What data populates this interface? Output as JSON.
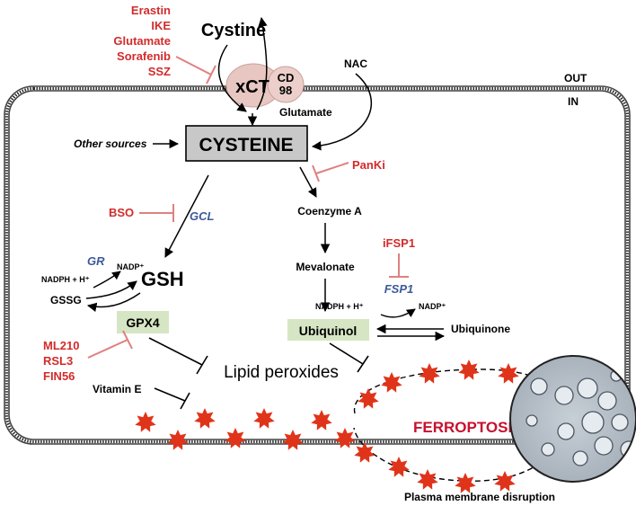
{
  "inhibitors_xct": [
    "Erastin",
    "IKE",
    "Glutamate",
    "Sorafenib",
    "SSZ"
  ],
  "inhibitors_gpx4": [
    "ML210",
    "RSL3",
    "FIN56"
  ],
  "labels": {
    "cystine": "Cystine",
    "xct": "xCT",
    "cd98_line1": "CD",
    "cd98_line2": "98",
    "glutamate": "Glutamate",
    "nac": "NAC",
    "out": "OUT",
    "in": "IN",
    "other_sources": "Other sources",
    "cysteine": "CYSTEINE",
    "panki": "PanKi",
    "bso": "BSO",
    "gcl": "GCL",
    "coenzyme_a": "Coenzyme A",
    "mevalonate": "Mevalonate",
    "ifsp1": "iFSP1",
    "fsp1": "FSP1",
    "gr": "GR",
    "nadph_left": "NADPH + H⁺",
    "nadp_left": "NADP⁺",
    "gsh": "GSH",
    "gssg": "GSSG",
    "gpx4": "GPX4",
    "nadph_right": "NADPH + H⁺",
    "nadp_right": "NADP⁺",
    "ubiquinol": "Ubiquinol",
    "ubiquinone": "Ubiquinone",
    "vitamin_e": "Vitamin E",
    "lipid_peroxides": "Lipid peroxides",
    "ferroptosis": "FERROPTOSIS",
    "membrane_disruption": "Plasma membrane disruption"
  },
  "colors": {
    "inhibitor": "#d22b2b",
    "enzyme": "#3d5a99",
    "cysteine_box": "#c8c8c8",
    "green_box": "#d6e6c4",
    "xct_fill": "#e8c7c2",
    "star": "#e0341a"
  }
}
